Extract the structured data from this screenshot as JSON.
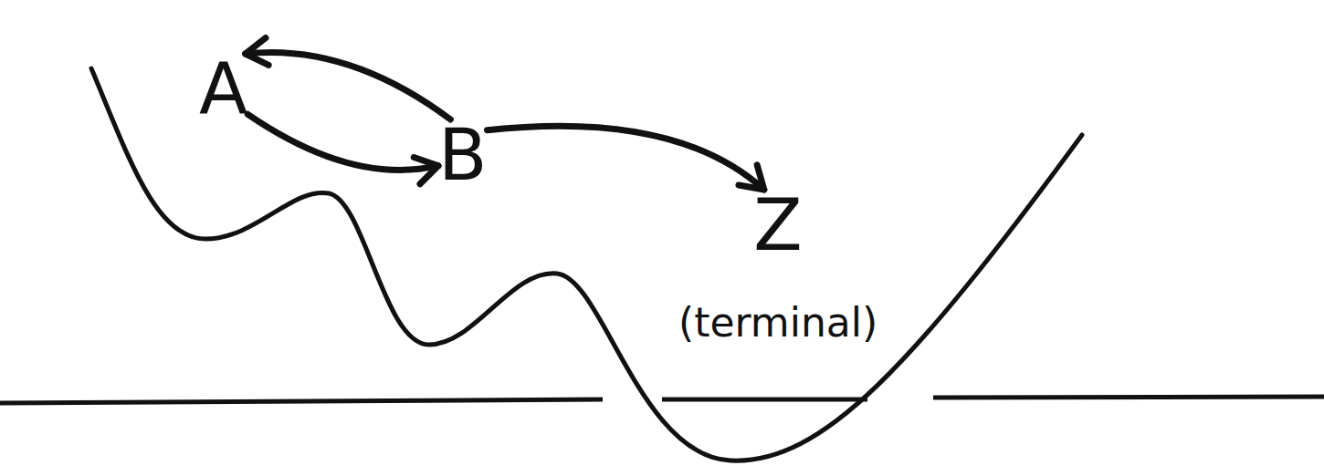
{
  "diagram": {
    "nodes": [
      {
        "text": [
          "A"
        ]
      },
      {
        "text": [
          "B"
        ]
      },
      {
        "text": [
          "Z",
          "(terminal)"
        ]
      }
    ],
    "edges": [
      {
        "from": 0,
        "to": 1,
        "arrow": "to"
      },
      {
        "from": 1,
        "to": 0,
        "arrow": "to"
      },
      {
        "from": 1,
        "to": 2,
        "arrow": "to"
      }
    ]
  }
}
